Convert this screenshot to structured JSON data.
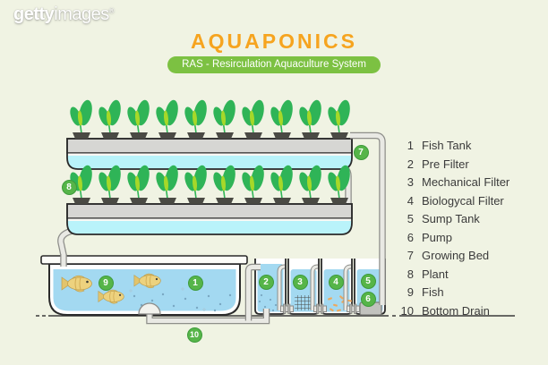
{
  "watermark": {
    "brand_bold": "getty",
    "brand_light": "images",
    "registered": "®"
  },
  "header": {
    "title": "AQUAPONICS",
    "badge": "RAS - Resirculation Aquaculture System"
  },
  "legend": {
    "items": [
      {
        "num": "1",
        "label": "Fish Tank"
      },
      {
        "num": "2",
        "label": "Pre Filter"
      },
      {
        "num": "3",
        "label": "Mechanical Filter"
      },
      {
        "num": "4",
        "label": "Biologycal Filter"
      },
      {
        "num": "5",
        "label": "Sump Tank"
      },
      {
        "num": "6",
        "label": "Pump"
      },
      {
        "num": "7",
        "label": "Growing Bed"
      },
      {
        "num": "8",
        "label": "Plant"
      },
      {
        "num": "9",
        "label": "Fish"
      },
      {
        "num": "10",
        "label": "Bottom Drain"
      }
    ]
  },
  "diagram": {
    "plants_per_bed": 10,
    "fish_count": 3
  },
  "colors": {
    "bg": "#f0f3e3",
    "accent_orange": "#f6a41f",
    "badge_green": "#7cc142",
    "marker_green": "#56b549",
    "marker_border": "#3e9b3b",
    "water_blue": "#a3d9f1",
    "bed_cyan": "#b9f3fa",
    "plant_green": "#2fb457",
    "plant_light": "#a6d829",
    "pot_dark": "#4a4a44",
    "fish_yellow": "#edd27e",
    "pipe_fill": "#e9e9e4",
    "pipe_edge": "#8e8e8a",
    "outline": "#2a2a2a"
  }
}
